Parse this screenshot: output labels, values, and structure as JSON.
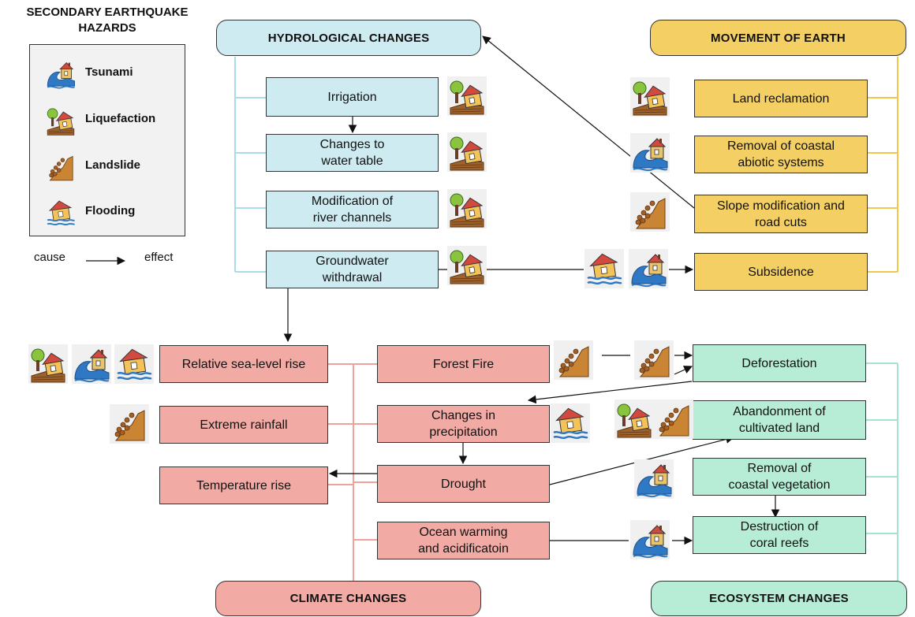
{
  "legend": {
    "title": "SECONDARY EARTHQUAKE\nHAZARDS",
    "items": [
      {
        "label": "Tsunami",
        "icon": "tsunami-icon"
      },
      {
        "label": "Liquefaction",
        "icon": "liquefaction-icon"
      },
      {
        "label": "Landslide",
        "icon": "landslide-icon"
      },
      {
        "label": "Flooding",
        "icon": "flooding-icon"
      }
    ],
    "cause_label": "cause",
    "effect_label": "effect"
  },
  "headers": {
    "hydrological": "HYDROLOGICAL CHANGES",
    "movement": "MOVEMENT OF EARTH",
    "climate": "CLIMATE CHANGES",
    "ecosystem": "ECOSYSTEM CHANGES"
  },
  "hydrological": {
    "irrigation": "Irrigation",
    "water_table": "Changes to\nwater table",
    "river_channels": "Modification of\nriver channels",
    "groundwater": "Groundwater\nwithdrawal"
  },
  "movement": {
    "land_reclamation": "Land reclamation",
    "coastal_abiotic": "Removal of coastal\nabiotic systems",
    "slope_modification": "Slope modification and\nroad cuts",
    "subsidence": "Subsidence"
  },
  "climate": {
    "sea_level": "Relative sea-level rise",
    "rainfall": "Extreme rainfall",
    "temperature": "Temperature rise",
    "forest_fire": "Forest Fire",
    "precipitation": "Changes in\nprecipitation",
    "drought": "Drought",
    "ocean_warming": "Ocean warming\nand acidificatoin"
  },
  "ecosystem": {
    "deforestation": "Deforestation",
    "cultivated_land": "Abandonment of\ncultivated land",
    "coastal_vegetation": "Removal of\ncoastal vegetation",
    "coral_reefs": "Destruction of\ncoral reefs"
  },
  "colors": {
    "hydro_fill": "#cdebf1",
    "hydro_line": "#a9dce6",
    "earth_fill": "#f4cf63",
    "earth_line": "#f2c64c",
    "climate_fill": "#f2aaa5",
    "climate_line": "#f1a19c",
    "eco_fill": "#b7ecd6",
    "eco_line": "#a5e4cb"
  }
}
